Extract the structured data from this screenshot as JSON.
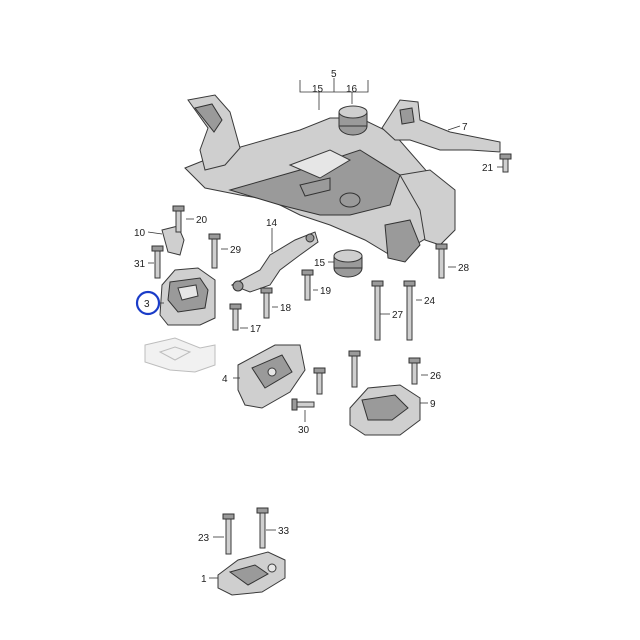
{
  "callouts": {
    "c1": "1",
    "c3": "3",
    "c4": "4",
    "c5": "5",
    "c7": "7",
    "c9": "9",
    "c10": "10",
    "c14": "14",
    "c15a": "15",
    "c15b": "15",
    "c16": "16",
    "c17": "17",
    "c18": "18",
    "c19": "19",
    "c20": "20",
    "c21": "21",
    "c23": "23",
    "c24": "24",
    "c26": "26",
    "c27": "27",
    "c28": "28",
    "c29": "29",
    "c30": "30",
    "c31": "31",
    "c33": "33"
  },
  "highlight": {
    "callout": "3",
    "color": "#1a3cc8"
  }
}
